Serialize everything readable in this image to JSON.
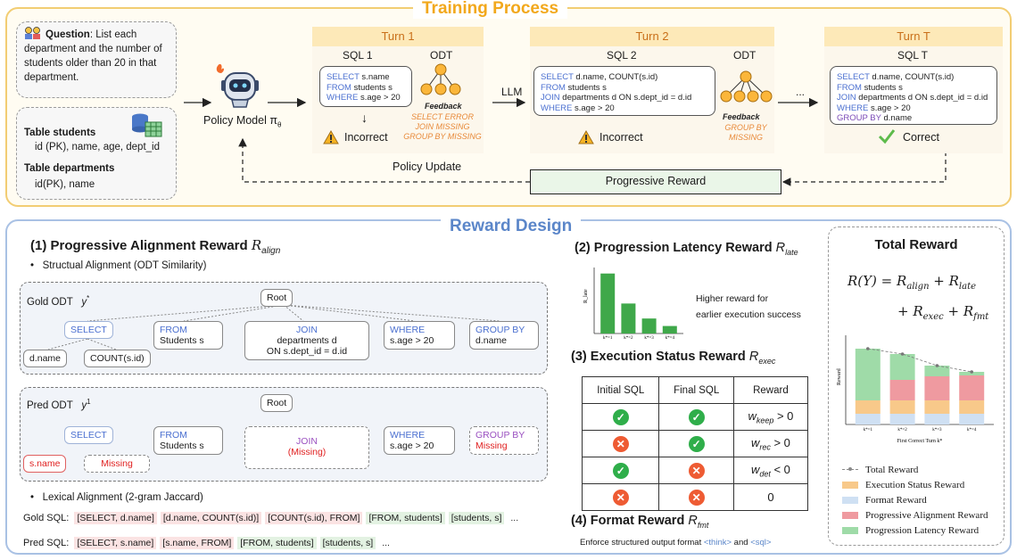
{
  "training": {
    "title": "Training Process",
    "question_label": "Question",
    "question_text": ": List each department and the number of students older than 20 in that department.",
    "table1_name": "Table students",
    "table1_cols": "id (PK), name, age, dept_id",
    "table2_name": "Table departments",
    "table2_cols": "id(PK), name",
    "policy_label": "Policy Model π",
    "policy_sub": "θ",
    "llm_label": "LLM",
    "ellipsis": "...",
    "policy_update": "Policy Update",
    "progressive_reward": "Progressive Reward",
    "turns": [
      {
        "header": "Turn 1",
        "sql_title": "SQL 1",
        "odt_title": "ODT",
        "result": "Incorrect",
        "feedback_title": "Feedback",
        "feedback": [
          "SELECT ERROR",
          "JOIN MISSING",
          "GROUP BY MISSING"
        ]
      },
      {
        "header": "Turn 2",
        "sql_title": "SQL 2",
        "odt_title": "ODT",
        "result": "Incorrect",
        "feedback_title": "Feedback",
        "feedback": [
          "GROUP BY",
          "MISSING"
        ]
      },
      {
        "header": "Turn T",
        "sql_title": "SQL T",
        "result": "Correct"
      }
    ],
    "sql1": [
      [
        "SELECT",
        " s.name"
      ],
      [
        "FROM",
        " students s"
      ],
      [
        "WHERE",
        " s.age > 20"
      ]
    ],
    "sql2": [
      [
        "SELECT",
        " d.name, COUNT(s.id)"
      ],
      [
        "FROM",
        " students s"
      ],
      [
        "JOIN",
        " departments d ON s.dept_id = d.id"
      ],
      [
        "WHERE",
        " s.age > 20"
      ]
    ],
    "sqlT": [
      [
        "SELECT",
        " d.name, COUNT(s.id)"
      ],
      [
        "FROM",
        " students s"
      ],
      [
        "JOIN",
        " departments d ON s.dept_id = d.id"
      ],
      [
        "WHERE",
        " s.age > 20"
      ],
      [
        "GROUP BY",
        " d.name"
      ]
    ]
  },
  "reward": {
    "title": "Reward Design",
    "align_title": "(1) Progressive Alignment Reward ",
    "align_sym": "R",
    "align_sub": "align",
    "struct_label": "Structual Alignment (ODT Similarity)",
    "gold_odt_label": "Gold ODT",
    "gold_y": "y",
    "gold_y_sup": "*",
    "pred_odt_label": "Pred ODT",
    "pred_y": "y",
    "pred_y_sup": "1",
    "root": "Root",
    "gold_nodes": {
      "select": "SELECT",
      "dname": "d.name",
      "count": "COUNT(s.id)",
      "from_kw": "FROM",
      "from_val": "Students s",
      "join_kw": "JOIN",
      "join_val1": "departments d",
      "join_val2": "ON s.dept_id = d.id",
      "where_kw": "WHERE",
      "where_val": "s.age > 20",
      "group_kw": "GROUP BY",
      "group_val": "d.name"
    },
    "pred_nodes": {
      "select": "SELECT",
      "sname": "s.name",
      "missing": "Missing",
      "from_kw": "FROM",
      "from_val": "Students s",
      "join_kw": "JOIN",
      "join_val": "(Missing)",
      "where_kw": "WHERE",
      "where_val": "s.age > 20",
      "group_kw": "GROUP BY",
      "group_val": "Missing"
    },
    "lexical_label": "Lexical Alignment (2-gram Jaccard)",
    "gold_sql_label": "Gold SQL:",
    "gold_sql_chips": [
      {
        "t": "[SELECT, d.name]",
        "c": "red"
      },
      {
        "t": "[d.name, COUNT(s.id)]",
        "c": "red"
      },
      {
        "t": "[COUNT(s.id), FROM]",
        "c": "red"
      },
      {
        "t": "[FROM, students]",
        "c": "green"
      },
      {
        "t": "[students, s]",
        "c": "green"
      },
      {
        "t": "...",
        "c": "none"
      }
    ],
    "pred_sql_label": "Pred SQL:",
    "pred_sql_chips": [
      {
        "t": "[SELECT, s.name]",
        "c": "red"
      },
      {
        "t": "[s.name, FROM]",
        "c": "red"
      },
      {
        "t": "[FROM, students]",
        "c": "green"
      },
      {
        "t": "[students, s]",
        "c": "green"
      },
      {
        "t": "...",
        "c": "none"
      }
    ],
    "late_title": "(2) Progression Latency Reward ",
    "late_sym": "R",
    "late_sub": "late",
    "late_note1": "Higher reward for",
    "late_note2": "earlier execution success",
    "late_ylabel": "R",
    "late_ylabel_sub": "late",
    "exec_title": "(3) Execution Status Reward ",
    "exec_sym": "R",
    "exec_sub": "exec",
    "table_headers": [
      "Initial SQL",
      "Final SQL",
      "Reward"
    ],
    "table_rows": [
      {
        "init": "ok",
        "final": "ok",
        "w": "w",
        "wsub": "keep",
        "rel": " > 0"
      },
      {
        "init": "bad",
        "final": "ok",
        "w": "w",
        "wsub": "rec",
        "rel": " > 0"
      },
      {
        "init": "ok",
        "final": "bad",
        "w": "w",
        "wsub": "det",
        "rel": " < 0"
      },
      {
        "init": "bad",
        "final": "bad",
        "w": "0",
        "wsub": "",
        "rel": ""
      }
    ],
    "fmt_title": "(4) Format Reward ",
    "fmt_sym": "R",
    "fmt_sub": "fmt",
    "fmt_text": "Enforce structured output format ",
    "fmt_think": "<think>",
    "fmt_and": " and ",
    "fmt_sql": "<sql>",
    "total_title": "Total Reward",
    "formula_line1": "R(Y)  =  R",
    "formula_line1_sub": "align",
    "formula_plus": "  + R",
    "formula_line1_sub2": "late",
    "formula_line2a": "+ R",
    "formula_line2_sub": "exec",
    "formula_line2b": " + R",
    "formula_line2_sub2": "fmt",
    "total_ylabel": "Reward",
    "total_xlabel": "First Correct Turn k*",
    "legend": [
      {
        "label": "Total Reward",
        "color": "#8a8a8a",
        "kind": "line"
      },
      {
        "label": "Execution Status Reward",
        "color": "#f8c98a",
        "kind": "bar"
      },
      {
        "label": "Format Reward",
        "color": "#cfe0f3",
        "kind": "bar"
      },
      {
        "label": "Progressive Alignment Reward",
        "color": "#ef9aa0",
        "kind": "bar"
      },
      {
        "label": "Progression Latency Reward",
        "color": "#9fdba8",
        "kind": "bar"
      }
    ]
  },
  "chart_data": [
    {
      "type": "bar",
      "categories": [
        "k*=1",
        "k*=2",
        "k*=3",
        "k*=4"
      ],
      "values": [
        1.0,
        0.5,
        0.25,
        0.125
      ],
      "ylabel": "R_late",
      "ylim": [
        0,
        1.1
      ],
      "color": "#3fa84a"
    },
    {
      "type": "bar",
      "categories": [
        "k*=1",
        "k*=2",
        "k*=3",
        "k*=4"
      ],
      "xlabel": "First Correct Turn k*",
      "ylabel": "Reward",
      "ylim": [
        0,
        1.0
      ],
      "series": [
        {
          "name": "Format Reward",
          "values": [
            0.12,
            0.12,
            0.12,
            0.12
          ],
          "color": "#cfe0f3"
        },
        {
          "name": "Execution Status Reward",
          "values": [
            0.15,
            0.15,
            0.15,
            0.15
          ],
          "color": "#f8c98a"
        },
        {
          "name": "Progressive Alignment Reward",
          "values": [
            0.0,
            0.23,
            0.27,
            0.28
          ],
          "color": "#ef9aa0"
        },
        {
          "name": "Progression Latency Reward",
          "values": [
            0.58,
            0.29,
            0.12,
            0.04
          ],
          "color": "#9fdba8"
        }
      ],
      "total": [
        0.85,
        0.79,
        0.66,
        0.59
      ]
    }
  ]
}
